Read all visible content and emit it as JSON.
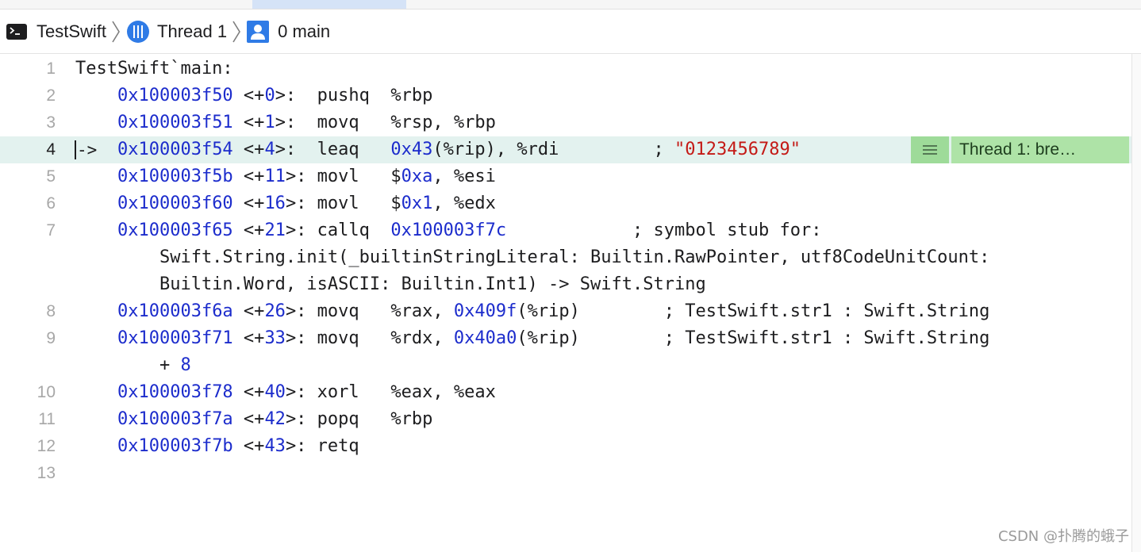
{
  "jump_bar": {
    "target": "TestSwift",
    "thread": "Thread 1",
    "frame": "0 main"
  },
  "editor": {
    "current_line": 4,
    "pc_marker": "->",
    "lines": [
      {
        "no": "1",
        "parts": [
          {
            "t": "TestSwift`main:",
            "c": "plain"
          }
        ]
      },
      {
        "no": "2",
        "parts": [
          {
            "t": "    ",
            "c": "plain"
          },
          {
            "t": "0x100003f50",
            "c": "addr"
          },
          {
            "t": " <+",
            "c": "plain"
          },
          {
            "t": "0",
            "c": "num"
          },
          {
            "t": ">:  pushq  %rbp",
            "c": "plain"
          }
        ]
      },
      {
        "no": "3",
        "parts": [
          {
            "t": "    ",
            "c": "plain"
          },
          {
            "t": "0x100003f51",
            "c": "addr"
          },
          {
            "t": " <+",
            "c": "plain"
          },
          {
            "t": "1",
            "c": "num"
          },
          {
            "t": ">:  movq   %rsp, %rbp",
            "c": "plain"
          }
        ]
      },
      {
        "no": "4",
        "parts": [
          {
            "t": "    ",
            "c": "plain"
          },
          {
            "t": "0x100003f54",
            "c": "addr"
          },
          {
            "t": " <+",
            "c": "plain"
          },
          {
            "t": "4",
            "c": "num"
          },
          {
            "t": ">:  leaq   ",
            "c": "plain"
          },
          {
            "t": "0x43",
            "c": "num"
          },
          {
            "t": "(%rip), %rdi         ; ",
            "c": "plain"
          },
          {
            "t": "\"0123456789\"",
            "c": "str"
          }
        ]
      },
      {
        "no": "5",
        "parts": [
          {
            "t": "    ",
            "c": "plain"
          },
          {
            "t": "0x100003f5b",
            "c": "addr"
          },
          {
            "t": " <+",
            "c": "plain"
          },
          {
            "t": "11",
            "c": "num"
          },
          {
            "t": ">: movl   $",
            "c": "plain"
          },
          {
            "t": "0xa",
            "c": "num"
          },
          {
            "t": ", %esi",
            "c": "plain"
          }
        ]
      },
      {
        "no": "6",
        "parts": [
          {
            "t": "    ",
            "c": "plain"
          },
          {
            "t": "0x100003f60",
            "c": "addr"
          },
          {
            "t": " <+",
            "c": "plain"
          },
          {
            "t": "16",
            "c": "num"
          },
          {
            "t": ">: movl   $",
            "c": "plain"
          },
          {
            "t": "0x1",
            "c": "num"
          },
          {
            "t": ", %edx",
            "c": "plain"
          }
        ]
      },
      {
        "no": "7",
        "parts": [
          {
            "t": "    ",
            "c": "plain"
          },
          {
            "t": "0x100003f65",
            "c": "addr"
          },
          {
            "t": " <+",
            "c": "plain"
          },
          {
            "t": "21",
            "c": "num"
          },
          {
            "t": ">: callq  ",
            "c": "plain"
          },
          {
            "t": "0x100003f7c",
            "c": "num"
          },
          {
            "t": "            ; symbol stub for:",
            "c": "plain"
          }
        ]
      },
      {
        "no": "",
        "parts": [
          {
            "t": "        Swift.String.init(_builtinStringLiteral: Builtin.RawPointer, utf8CodeUnitCount:",
            "c": "plain"
          }
        ]
      },
      {
        "no": "",
        "parts": [
          {
            "t": "        Builtin.Word, isASCII: Builtin.Int1) -> Swift.String",
            "c": "plain"
          }
        ]
      },
      {
        "no": "8",
        "parts": [
          {
            "t": "    ",
            "c": "plain"
          },
          {
            "t": "0x100003f6a",
            "c": "addr"
          },
          {
            "t": " <+",
            "c": "plain"
          },
          {
            "t": "26",
            "c": "num"
          },
          {
            "t": ">: movq   %rax, ",
            "c": "plain"
          },
          {
            "t": "0x409f",
            "c": "num"
          },
          {
            "t": "(%rip)        ; TestSwift.str1 : Swift.String",
            "c": "plain"
          }
        ]
      },
      {
        "no": "9",
        "parts": [
          {
            "t": "    ",
            "c": "plain"
          },
          {
            "t": "0x100003f71",
            "c": "addr"
          },
          {
            "t": " <+",
            "c": "plain"
          },
          {
            "t": "33",
            "c": "num"
          },
          {
            "t": ">: movq   %rdx, ",
            "c": "plain"
          },
          {
            "t": "0x40a0",
            "c": "num"
          },
          {
            "t": "(%rip)        ; TestSwift.str1 : Swift.String",
            "c": "plain"
          }
        ]
      },
      {
        "no": "",
        "parts": [
          {
            "t": "        + ",
            "c": "plain"
          },
          {
            "t": "8",
            "c": "num"
          }
        ]
      },
      {
        "no": "10",
        "parts": [
          {
            "t": "    ",
            "c": "plain"
          },
          {
            "t": "0x100003f78",
            "c": "addr"
          },
          {
            "t": " <+",
            "c": "plain"
          },
          {
            "t": "40",
            "c": "num"
          },
          {
            "t": ">: xorl   %eax, %eax",
            "c": "plain"
          }
        ]
      },
      {
        "no": "11",
        "parts": [
          {
            "t": "    ",
            "c": "plain"
          },
          {
            "t": "0x100003f7a",
            "c": "addr"
          },
          {
            "t": " <+",
            "c": "plain"
          },
          {
            "t": "42",
            "c": "num"
          },
          {
            "t": ">: popq   %rbp",
            "c": "plain"
          }
        ]
      },
      {
        "no": "12",
        "parts": [
          {
            "t": "    ",
            "c": "plain"
          },
          {
            "t": "0x100003f7b",
            "c": "addr"
          },
          {
            "t": " <+",
            "c": "plain"
          },
          {
            "t": "43",
            "c": "num"
          },
          {
            "t": ">: retq",
            "c": "plain"
          }
        ]
      },
      {
        "no": "13",
        "parts": []
      }
    ]
  },
  "breakpoint_badge": {
    "label": "Thread 1: bre…",
    "icon": "list-lines-icon"
  },
  "colors": {
    "address": "#1c2ccc",
    "number": "#1c2ccc",
    "string": "#c41a16",
    "current_line_bg": "#e3f2ef",
    "badge_bg": "#aee3a7"
  },
  "watermark": "CSDN @扑腾的蛾子"
}
